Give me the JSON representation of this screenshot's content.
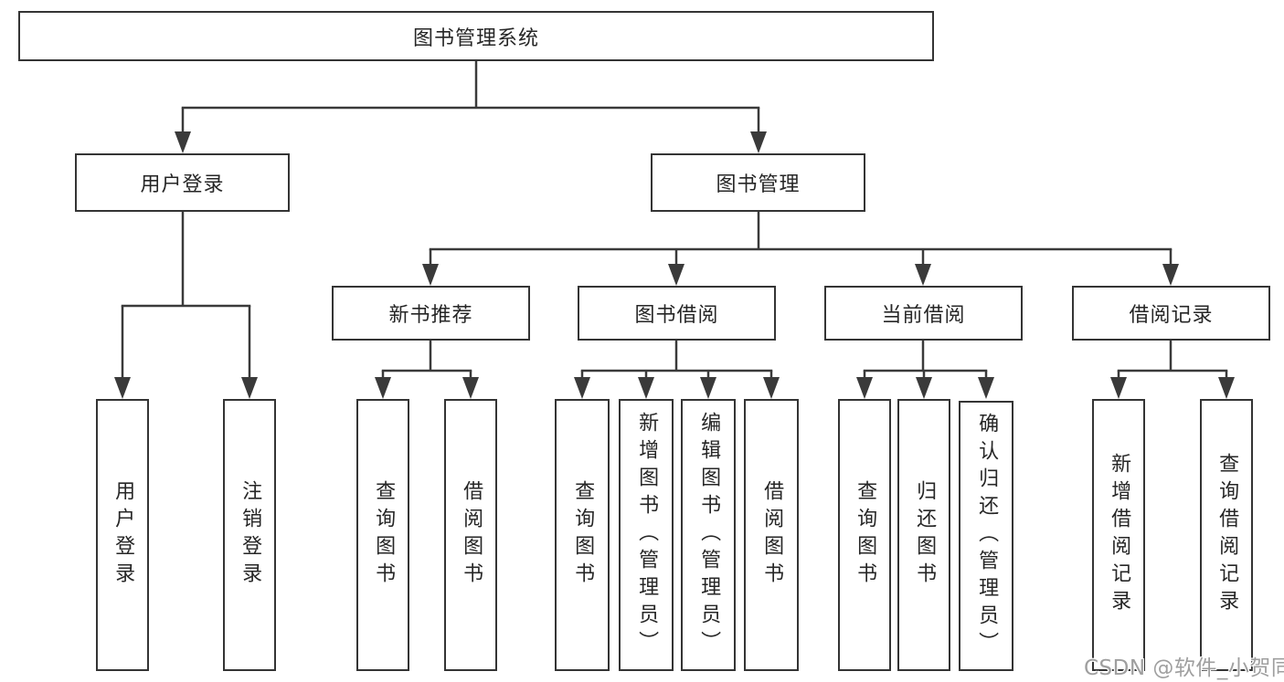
{
  "diagram": {
    "root": {
      "label": "图书管理系统",
      "children": [
        {
          "label": "用户登录",
          "children": [
            {
              "label": "用户登录"
            },
            {
              "label": "注销登录"
            }
          ]
        },
        {
          "label": "图书管理",
          "children": [
            {
              "label": "新书推荐",
              "children": [
                {
                  "label": "查询图书"
                },
                {
                  "label": "借阅图书"
                }
              ]
            },
            {
              "label": "图书借阅",
              "children": [
                {
                  "label": "查询图书"
                },
                {
                  "label": "新增图书（管理员）"
                },
                {
                  "label": "编辑图书（管理员）"
                },
                {
                  "label": "借阅图书"
                }
              ]
            },
            {
              "label": "当前借阅",
              "children": [
                {
                  "label": "查询图书"
                },
                {
                  "label": "归还图书"
                },
                {
                  "label": "确认归还（管理员）"
                }
              ]
            },
            {
              "label": "借阅记录",
              "children": [
                {
                  "label": "新增借阅记录"
                },
                {
                  "label": "查询借阅记录"
                }
              ]
            }
          ]
        }
      ]
    },
    "watermark": "CSDN @软件_小贺同学",
    "colors": {
      "line": "#3a3a3a",
      "box_border": "#343434",
      "text": "#262626",
      "watermark": "#9f9f9f",
      "background": "#ffffff"
    }
  }
}
